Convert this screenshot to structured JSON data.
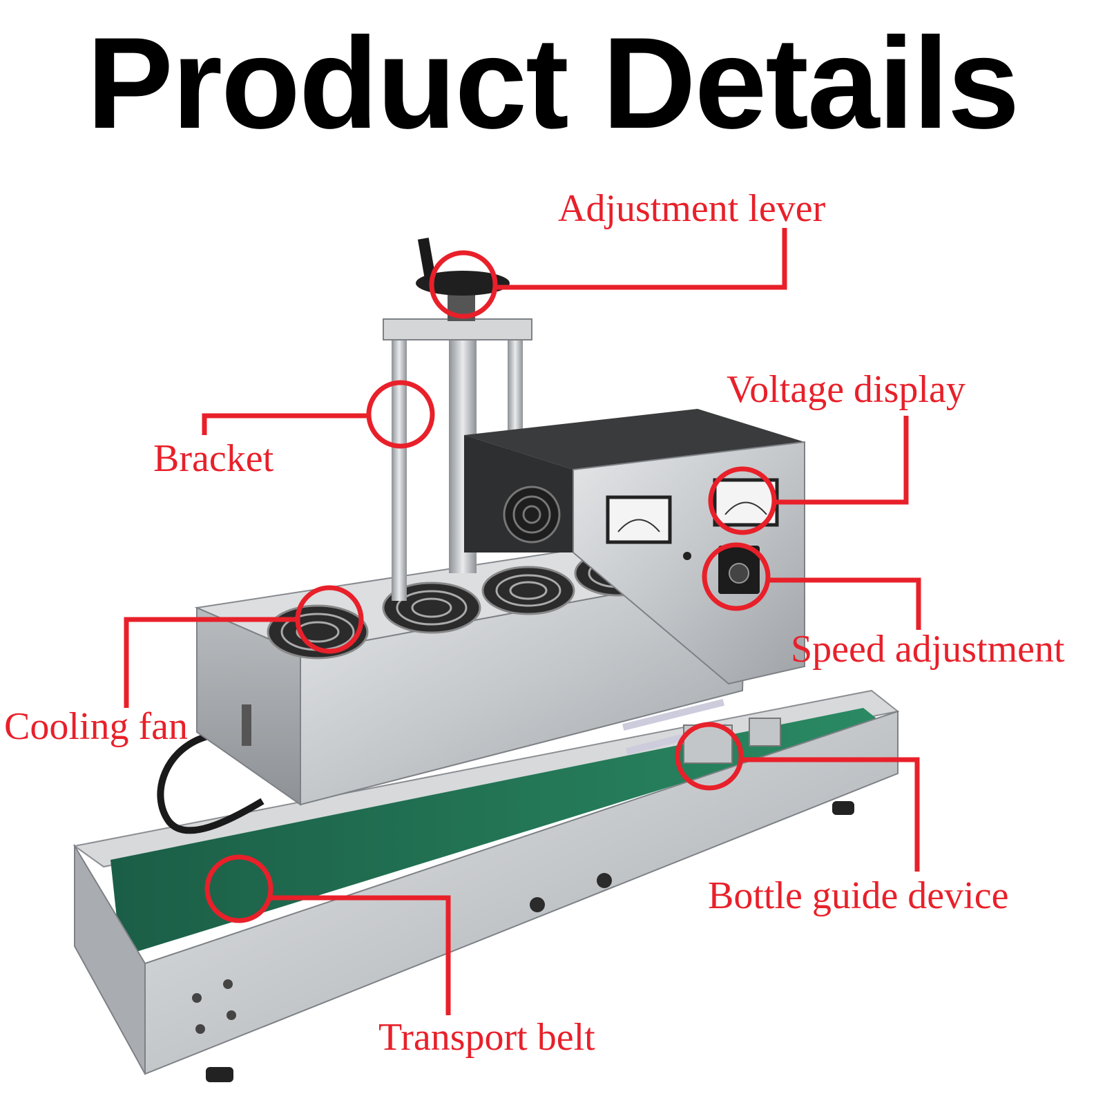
{
  "title": "Product Details",
  "colors": {
    "callout": "#e8202a",
    "title": "#000000",
    "belt": "#1f6e52",
    "steel": "#c9cbcd"
  },
  "callouts": {
    "adjustment_lever": "Adjustment lever",
    "bracket": "Bracket",
    "voltage_display": "Voltage display",
    "speed_adjustment": "Speed adjustment",
    "cooling_fan": "Cooling fan",
    "bottle_guide_device": "Bottle guide device",
    "transport_belt": "Transport belt"
  }
}
